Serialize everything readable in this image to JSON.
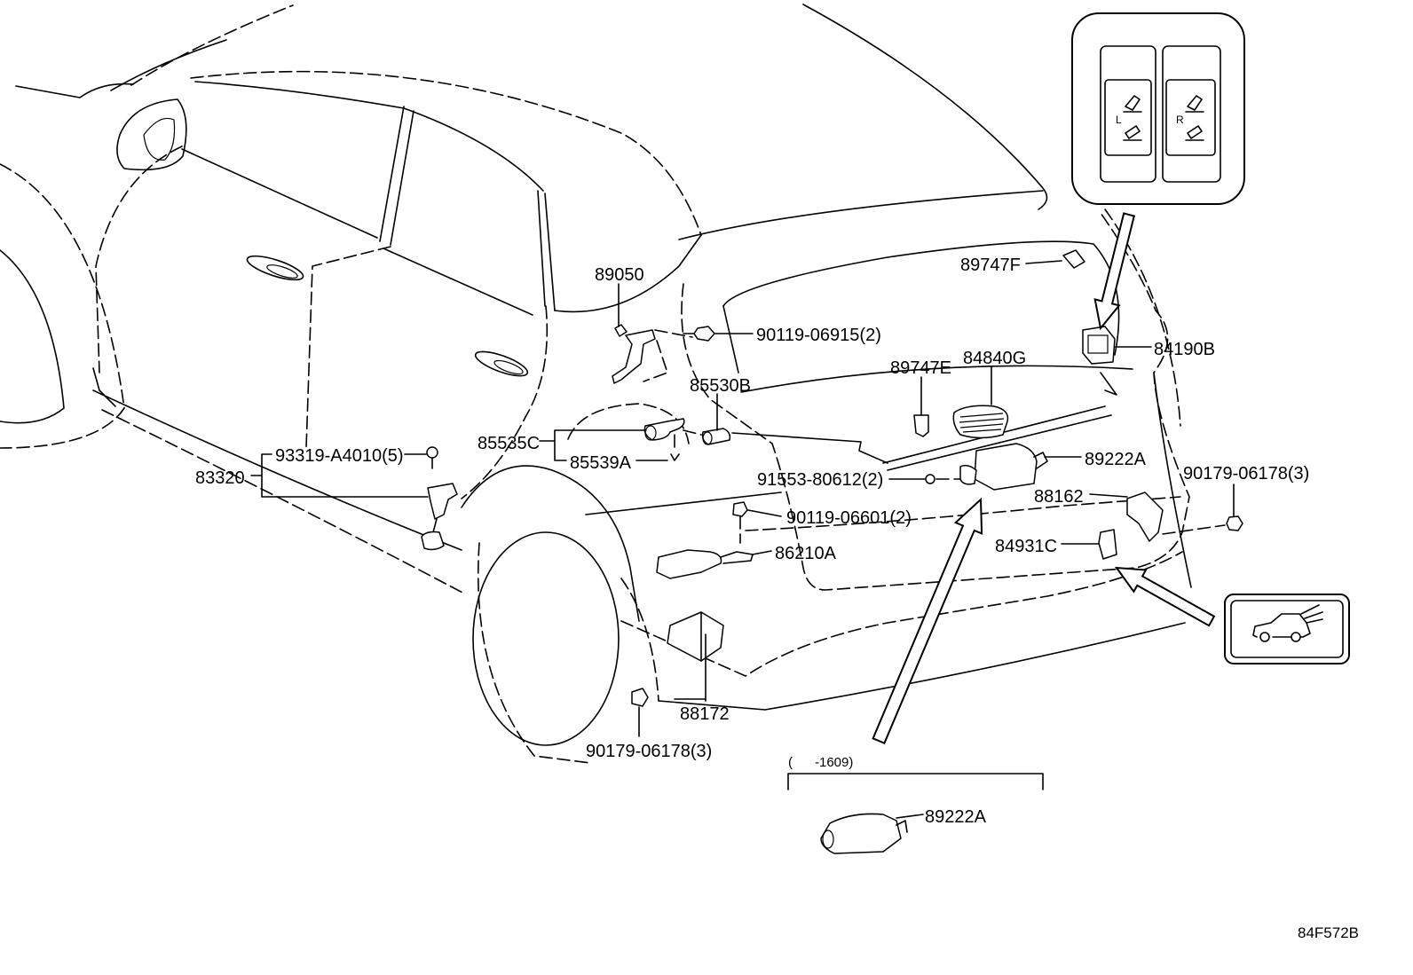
{
  "part_labels": [
    "89050",
    "90119-06915(2)",
    "85530B",
    "85535C",
    "85539A",
    "89747F",
    "84840G",
    "89747E",
    "84190B",
    "89222A",
    "91553-80612(2)",
    "90179-06178(3)",
    "88162",
    "84931C",
    "93319-A4010(5)",
    "83320",
    "90119-06601(2)",
    "86210A",
    "88172",
    "90179-06178(3)",
    "89222A"
  ],
  "range_note": "(      -1609)",
  "switch_inset": {
    "left_letter": "L",
    "right_letter": "R"
  },
  "diagram_code": "84F572B"
}
